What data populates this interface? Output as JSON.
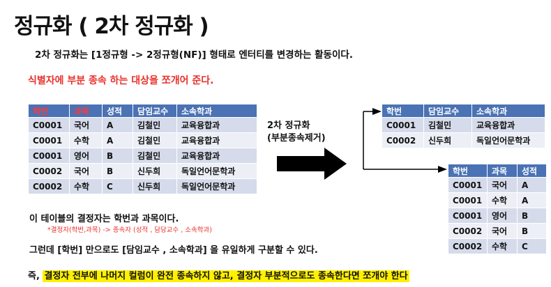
{
  "title": "정규화 ( 2차 정규화 )",
  "intro": "2차 정규화는 [1정규형 -> 2정규형(NF)] 형태로 엔터티를 변경하는 활동이다.",
  "highlight_line": "식별자에 부분 종속 하는 대상을 쪼개어 준다.",
  "main_table": {
    "headers": [
      "학번",
      "과목",
      "성적",
      "담임교수",
      "소속학과"
    ],
    "rows": [
      [
        "C0001",
        "국어",
        "A",
        "김철민",
        "교육융합과"
      ],
      [
        "C0001",
        "수학",
        "A",
        "김철민",
        "교육융합과"
      ],
      [
        "C0001",
        "영어",
        "B",
        "김철민",
        "교육융합과"
      ],
      [
        "C0002",
        "국어",
        "B",
        "신두희",
        "독일언어문학과"
      ],
      [
        "C0002",
        "수학",
        "C",
        "신두희",
        "독일언어문학과"
      ]
    ]
  },
  "middle_label": {
    "line1": "2차 정규화",
    "line2": "(부분종속제거)"
  },
  "right_table_1": {
    "headers": [
      "학번",
      "담임교수",
      "소속학과"
    ],
    "rows": [
      [
        "C0001",
        "김철민",
        "교육융합과"
      ],
      [
        "C0002",
        "신두희",
        "독일언어문학과"
      ]
    ]
  },
  "right_table_2": {
    "headers": [
      "학번",
      "과목",
      "성적"
    ],
    "rows": [
      [
        "C0001",
        "국어",
        "A"
      ],
      [
        "C0001",
        "수학",
        "A"
      ],
      [
        "C0001",
        "영어",
        "B"
      ],
      [
        "C0002",
        "국어",
        "B"
      ],
      [
        "C0002",
        "수학",
        "C"
      ]
    ]
  },
  "note1": "이 테이블의 결정자는 학번과 과목이다.",
  "note2": "*결정자(학번,과목) -> 종속자 (성적 , 담당교수 , 소속학과)",
  "note3": "그런데 [학번] 만으로도 [담임교수 , 소속학과] 을 유일하게 구분할 수 있다.",
  "bottom": {
    "prefix": "즉, ",
    "highlight": "결정자 전부에 나머지 컬럼이 완전 종속하지 않고, 결정자 부분적으로도 종속한다면 쪼개야 한다"
  }
}
